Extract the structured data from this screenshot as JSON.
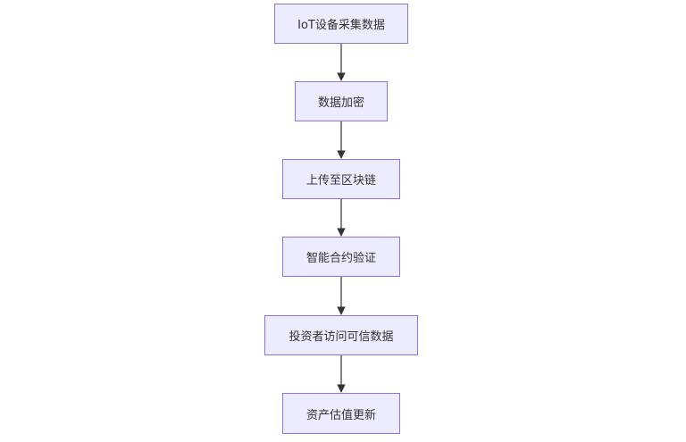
{
  "diagram": {
    "type": "flowchart",
    "direction": "top-down",
    "node_fill": "#ECECFF",
    "node_border": "#9370DB",
    "edge_color": "#333333",
    "nodes": [
      {
        "id": "n1",
        "label": "IoT设备采集数据"
      },
      {
        "id": "n2",
        "label": "数据加密"
      },
      {
        "id": "n3",
        "label": "上传至区块链"
      },
      {
        "id": "n4",
        "label": "智能合约验证"
      },
      {
        "id": "n5",
        "label": "投资者访问可信数据"
      },
      {
        "id": "n6",
        "label": "资产估值更新"
      }
    ],
    "edges": [
      {
        "from": "n1",
        "to": "n2"
      },
      {
        "from": "n2",
        "to": "n3"
      },
      {
        "from": "n3",
        "to": "n4"
      },
      {
        "from": "n4",
        "to": "n5"
      },
      {
        "from": "n5",
        "to": "n6"
      }
    ]
  }
}
